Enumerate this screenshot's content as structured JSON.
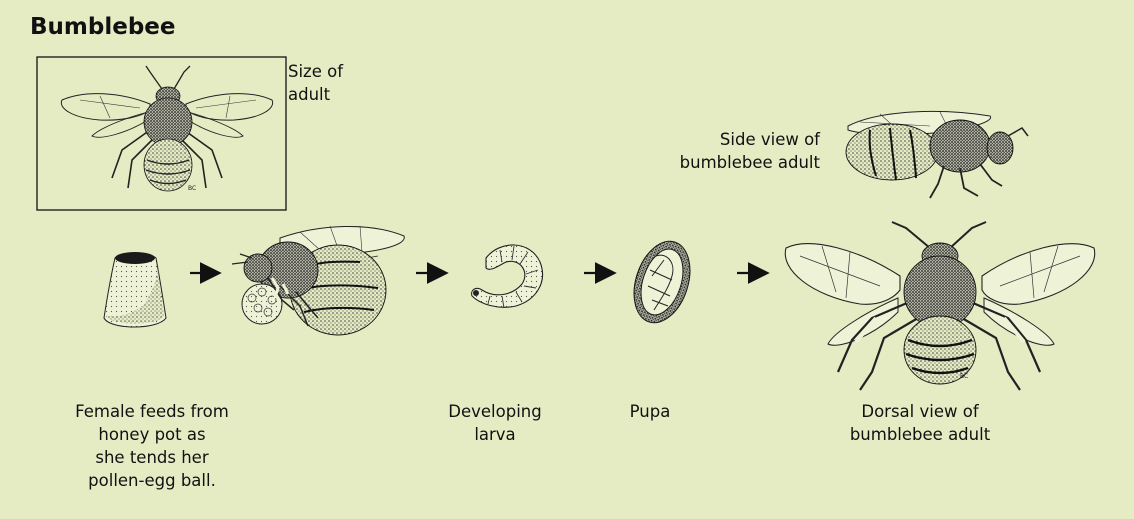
{
  "title": "Bumblebee",
  "labels": {
    "size_of_adult": [
      "Size of",
      "adult"
    ],
    "side_view": [
      "Side view of",
      "bumblebee adult"
    ],
    "female_feeds": [
      "Female feeds from",
      "honey pot as",
      "she tends her",
      "pollen-egg ball."
    ],
    "developing_larva": [
      "Developing",
      "larva"
    ],
    "pupa": [
      "Pupa"
    ],
    "dorsal_view": [
      "Dorsal view of",
      "bumblebee adult"
    ]
  },
  "artist_initials": "BC",
  "icons": [
    "honey-pot",
    "female-bee-with-pollen-ball",
    "larva",
    "pupa",
    "bee-dorsal-adult",
    "bee-side-adult",
    "bee-size-inset",
    "arrow-right"
  ],
  "colors": {
    "background": "#e5ecc4",
    "ink": "#1a1a1a",
    "stipple": "#4a4a44"
  }
}
